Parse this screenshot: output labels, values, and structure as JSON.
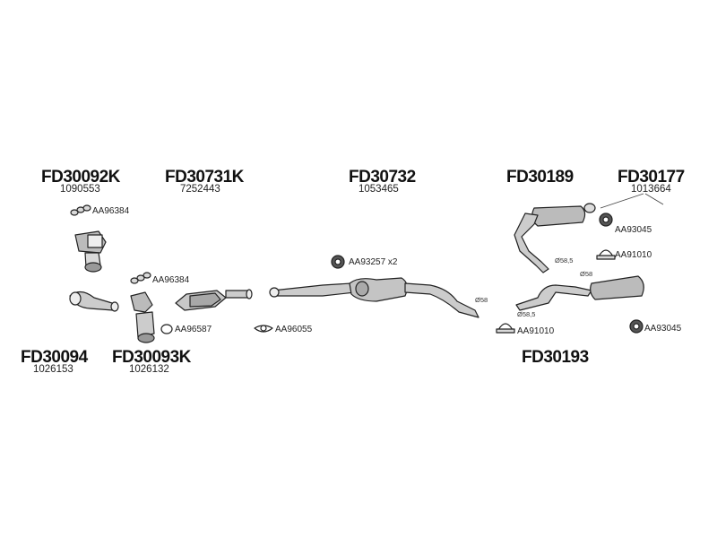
{
  "part_groups": [
    {
      "code": "FD30092K",
      "ref": "1090553"
    },
    {
      "code": "FD30731K",
      "ref": "7252443"
    },
    {
      "code": "FD30732",
      "ref": "1053465"
    },
    {
      "code": "FD30189",
      "ref": ""
    },
    {
      "code": "FD30177",
      "ref": "1013664"
    },
    {
      "code": "FD30094",
      "ref": "1026153"
    },
    {
      "code": "FD30093K",
      "ref": "1026132"
    },
    {
      "code": "FD30193",
      "ref": ""
    }
  ],
  "accessories": {
    "gasket_top": "AA96384",
    "gasket_mid": "AA96384",
    "ring_small": "AA96587",
    "flange_gasket": "AA96055",
    "rubber_mount_mid": "AA93257 x2",
    "rubber_mount_top_right": "AA93045",
    "clamp_right": "AA91010",
    "clamp_bottom": "AA91010",
    "rubber_mount_bottom_right": "AA93045"
  },
  "diameters": {
    "d1": "Ø58",
    "d2": "Ø58,5",
    "d3": "Ø58",
    "d4": "Ø58,5"
  }
}
